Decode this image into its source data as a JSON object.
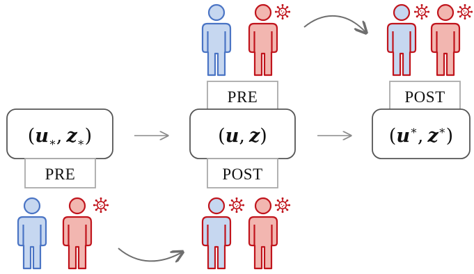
{
  "states": [
    {
      "id": "pre-state",
      "var_u": "𝒖",
      "sub_u": "∗",
      "var_z": "𝒛",
      "sub_z": "∗"
    },
    {
      "id": "current-state",
      "var_u": "𝒖",
      "var_z": "𝒛"
    },
    {
      "id": "post-state",
      "var_u": "𝒖",
      "sup_u": "∗",
      "var_z": "𝒛",
      "sup_z": "∗"
    }
  ],
  "labels": {
    "pre": "PRE",
    "post": "POST"
  },
  "punctuation": {
    "open": "(",
    "comma": ",",
    "close": ")"
  },
  "colors": {
    "healthy_stroke": "#4a74c4",
    "healthy_fill": "#c6d7f0",
    "infected_stroke": "#c0141c",
    "infected_fill": "#f2b6b0",
    "box_stroke": "#555555",
    "label_stroke": "#aaaaaa",
    "arrow": "#8a8a8a"
  },
  "icons": {
    "person": "person-icon",
    "virus": "virus-icon"
  }
}
